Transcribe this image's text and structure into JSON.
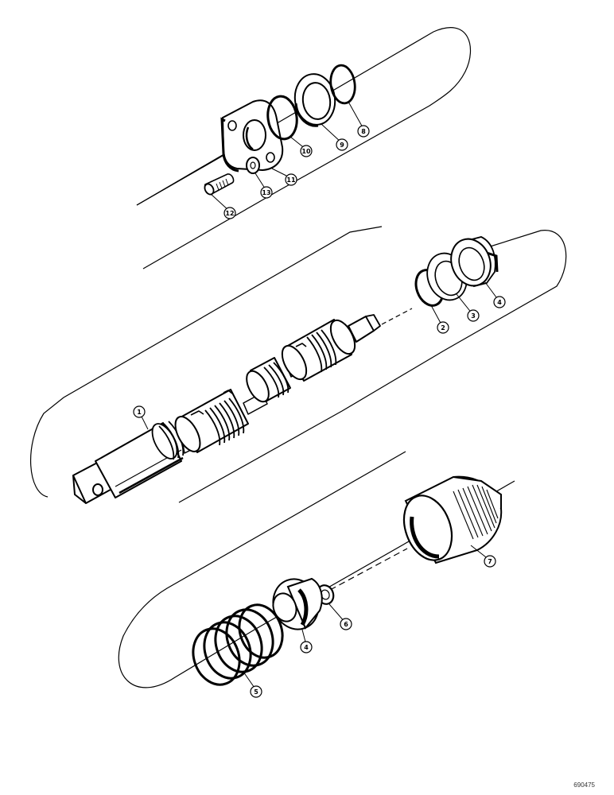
{
  "diagram": {
    "type": "exploded-parts-view",
    "figure_id": "690475",
    "line_color": "#000000",
    "background_color": "#ffffff"
  },
  "callouts": {
    "c1": "1",
    "c2": "2",
    "c3": "3",
    "c4a": "4",
    "c4b": "4",
    "c5": "5",
    "c6": "6",
    "c7": "7",
    "c8": "8",
    "c9": "9",
    "c10": "10",
    "c11": "11",
    "c12": "12",
    "c13": "13"
  }
}
